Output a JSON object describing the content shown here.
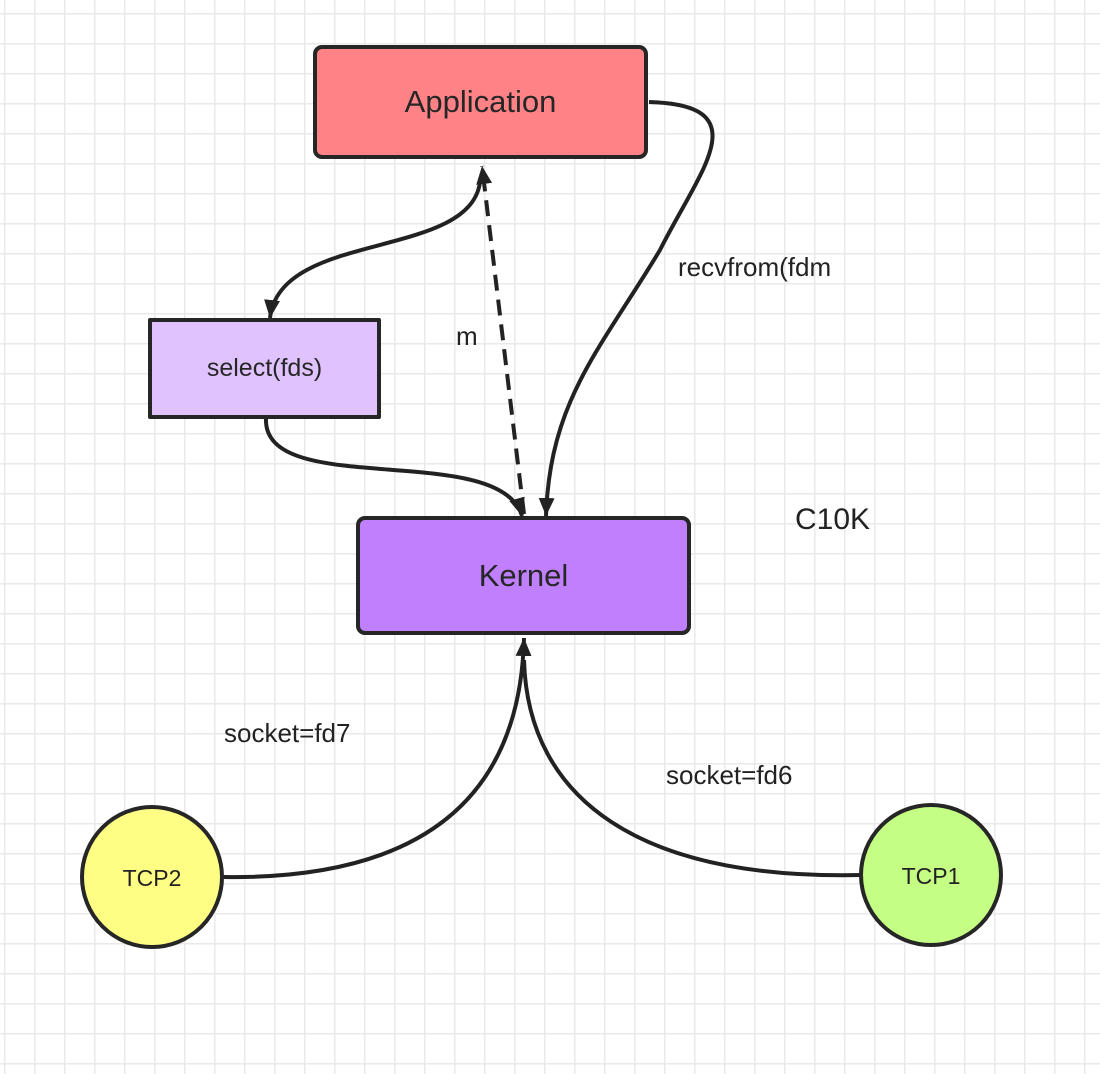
{
  "diagram": {
    "nodes": {
      "application": {
        "label": "Application",
        "fill": "#fe8286"
      },
      "select": {
        "label": "select(fds)",
        "fill": "#e0c3fe"
      },
      "kernel": {
        "label": "Kernel",
        "fill": "#c080fe"
      },
      "tcp2": {
        "label": "TCP2",
        "fill": "#fefe85"
      },
      "tcp1": {
        "label": "TCP1",
        "fill": "#c5fe84"
      }
    },
    "edge_labels": {
      "recvfrom": "recvfrom(fdm",
      "m": "m",
      "socket_fd7": "socket=fd7",
      "socket_fd6": "socket=fd6"
    },
    "annotation": "C10K",
    "edges": [
      {
        "from": "application",
        "to": "select",
        "style": "solid",
        "label": ""
      },
      {
        "from": "select",
        "to": "kernel",
        "style": "solid",
        "label": ""
      },
      {
        "from": "kernel",
        "to": "application",
        "style": "dashed",
        "label": "m"
      },
      {
        "from": "application",
        "to": "kernel",
        "style": "solid",
        "label": "recvfrom(fdm"
      },
      {
        "from": "tcp2",
        "to": "kernel",
        "style": "solid",
        "label": "socket=fd7"
      },
      {
        "from": "tcp1",
        "to": "kernel",
        "style": "solid",
        "label": "socket=fd6"
      }
    ]
  }
}
